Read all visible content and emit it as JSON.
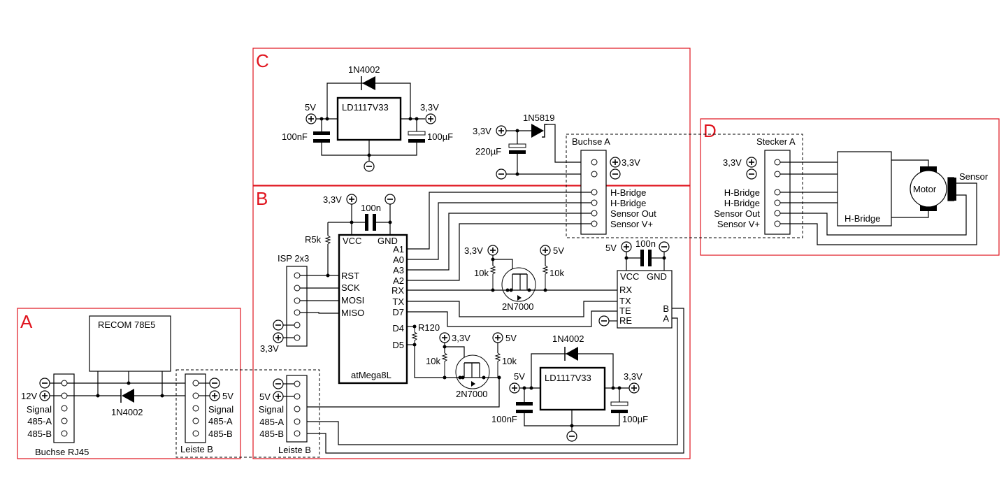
{
  "sections": {
    "A": {
      "label": "A"
    },
    "B": {
      "label": "B"
    },
    "C": {
      "label": "C"
    },
    "D": {
      "label": "D"
    }
  },
  "colors": {
    "section_border": "#e0141e",
    "wire": "#000000"
  },
  "section_c": {
    "regulator": "LD1117V33",
    "diode": "1N4002",
    "in_voltage": "5V",
    "out_voltage": "3,3V",
    "cap_in": "100nF",
    "cap_out": "100µF",
    "supply_voltage": "3,3V",
    "schottky": "1N5819",
    "cap_bulk": "220µF"
  },
  "buchse_a": {
    "title": "Buchse A",
    "voltage": "3,3V",
    "pins": [
      "H-Bridge",
      "H-Bridge",
      "Sensor Out",
      "Sensor V+"
    ]
  },
  "section_d": {
    "connector": "Stecker A",
    "voltage": "3,3V",
    "pins": [
      "H-Bridge",
      "H-Bridge",
      "Sensor Out",
      "Sensor V+"
    ],
    "hbridge": "H-Bridge",
    "motor": "Motor",
    "sensor": "Sensor"
  },
  "section_b": {
    "vcc_label": "3,3V",
    "cap": "100n",
    "pullup": "R5k",
    "isp": "ISP 2x3",
    "isp_voltage": "3,3V",
    "mcu": {
      "name": "atMega8L",
      "vcc": "VCC",
      "gnd": "GND",
      "left_pins": [
        "RST",
        "SCK",
        "MOSI",
        "MISO"
      ],
      "right_pins": [
        "A1",
        "A0",
        "A3",
        "A2",
        "RX",
        "TX",
        "D7",
        "D4",
        "D5"
      ]
    },
    "resistor_r120": "R120",
    "level_shifter_1": {
      "low_v": "3,3V",
      "high_v": "5V",
      "r1": "10k",
      "r2": "10k",
      "fet": "2N7000"
    },
    "level_shifter_2": {
      "low_v": "3,3V",
      "high_v": "5V",
      "r1": "10k",
      "r2": "10k",
      "fet": "2N7000"
    },
    "transceiver": {
      "vcc_v": "5V",
      "cap": "100n",
      "vcc": "VCC",
      "gnd": "GND",
      "left_pins": [
        "RX",
        "TX",
        "TE",
        "RE"
      ],
      "right_pins": [
        "B",
        "A"
      ]
    },
    "regulator": {
      "name": "LD1117V33",
      "diode": "1N4002",
      "in_v": "5V",
      "out_v": "3,3V",
      "cap_in": "100nF",
      "cap_out": "100µF"
    },
    "leiste_b": {
      "title": "Leiste B",
      "voltage": "5V",
      "pins": [
        "Signal",
        "485-A",
        "485-B"
      ]
    }
  },
  "section_a": {
    "converter": "RECOM 78E5",
    "diode": "1N4002",
    "rj45": {
      "title": "Buchse RJ45",
      "voltage": "12V",
      "pins": [
        "Signal",
        "485-A",
        "485-B"
      ]
    },
    "leiste_b": {
      "title": "Leiste B",
      "voltage": "5V",
      "pins": [
        "Signal",
        "485-A",
        "485-B"
      ]
    }
  }
}
